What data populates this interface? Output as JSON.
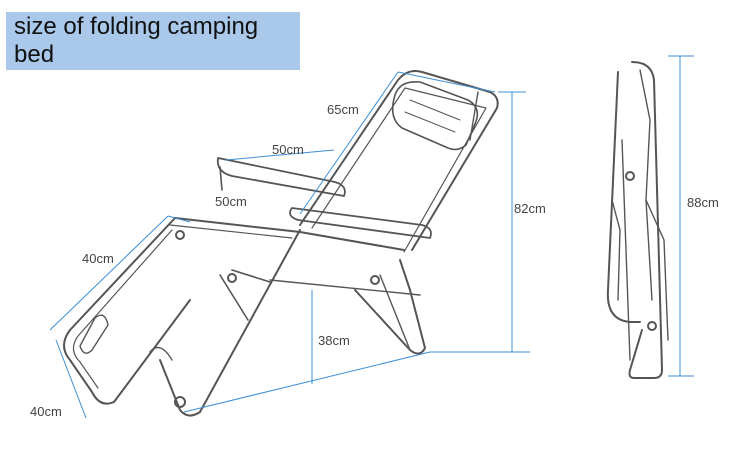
{
  "title": "size of folding camping bed",
  "colors": {
    "title_bg": "#a9c8ea",
    "dimension_line": "#3d8fd6",
    "frame": "#555555",
    "label": "#444444"
  },
  "dimensions": {
    "headrest_length": "65cm",
    "armrest_length": "50cm",
    "armrest_height": "50cm",
    "footrest_length": "40cm",
    "footrest_width": "40cm",
    "total_height": "82cm",
    "seat_height": "38cm",
    "folded_height": "88cm"
  }
}
